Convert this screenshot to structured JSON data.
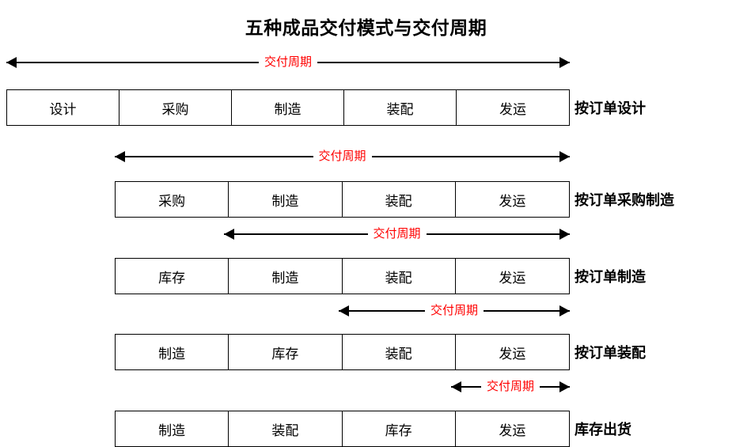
{
  "title": "五种成品交付模式与交付周期",
  "arrow_label": "交付周期",
  "rows": [
    {
      "label": "按订单设计",
      "cells": [
        "设计",
        "采购",
        "制造",
        "装配",
        "发运"
      ]
    },
    {
      "label": "按订单采购制造",
      "cells": [
        "采购",
        "制造",
        "装配",
        "发运"
      ]
    },
    {
      "label": "按订单制造",
      "cells": [
        "库存",
        "制造",
        "装配",
        "发运"
      ]
    },
    {
      "label": "按订单装配",
      "cells": [
        "制造",
        "库存",
        "装配",
        "发运"
      ]
    },
    {
      "label": "库存出货",
      "cells": [
        "制造",
        "装配",
        "库存",
        "发运"
      ]
    }
  ],
  "colors": {
    "arrow_label": "#ff0000",
    "line": "#000000",
    "background": "#ffffff"
  }
}
